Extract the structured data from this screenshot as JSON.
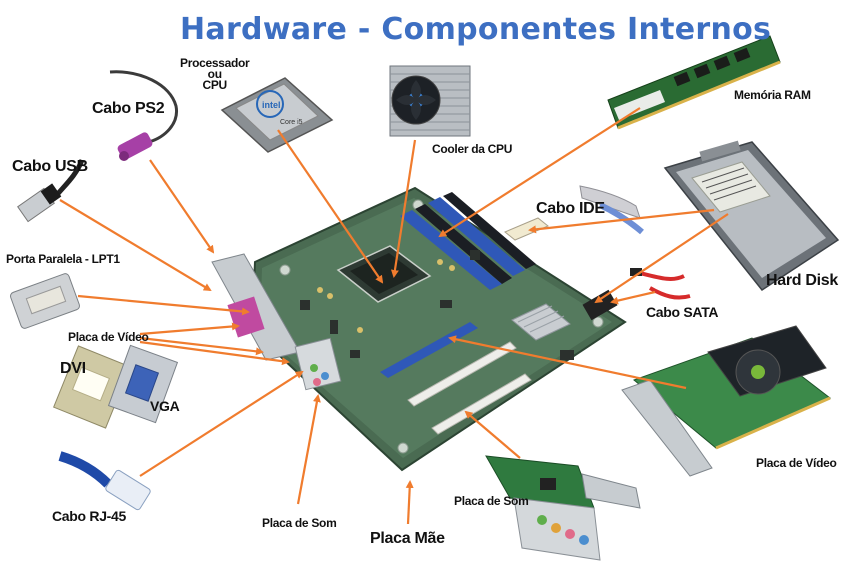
{
  "title": "Hardware - Componentes Internos",
  "colors": {
    "title": "#3d6fc2",
    "arrow": "#f07c2e",
    "board": "#4a6b52",
    "board_dark": "#35503d",
    "slot_blue": "#2f58b8",
    "label": "#111111"
  },
  "labels": {
    "processador": [
      "Processador",
      "ou",
      "CPU"
    ],
    "cabo_ps2": "Cabo PS2",
    "cabo_usb": "Cabo USB",
    "porta_paralela": "Porta Paralela - LPT1",
    "placa_video_left": "Placa de Vídeo",
    "dvi": "DVI",
    "vga": "VGA",
    "cabo_rj45": "Cabo RJ-45",
    "placa_som_bottom": "Placa de Som",
    "placa_mae": "Placa Mãe",
    "placa_som_card": "Placa de Som",
    "placa_video_right": "Placa de Vídeo",
    "cooler": "Cooler da CPU",
    "memoria": "Memória RAM",
    "cabo_ide": "Cabo IDE",
    "hard_disk": "Hard Disk",
    "cabo_sata": "Cabo SATA"
  },
  "cpu_marks": {
    "brand": "intel",
    "model": "Core i5"
  },
  "icons": [
    "ps2-cable-icon",
    "usb-cable-icon",
    "parallel-port-icon",
    "dvi-connector-icon",
    "vga-connector-icon",
    "rj45-cable-icon",
    "cpu-chip-icon",
    "cpu-cooler-icon",
    "ram-module-icon",
    "ide-cable-icon",
    "hard-disk-icon",
    "sata-cable-icon",
    "motherboard-icon",
    "sound-card-icon",
    "video-card-icon"
  ]
}
